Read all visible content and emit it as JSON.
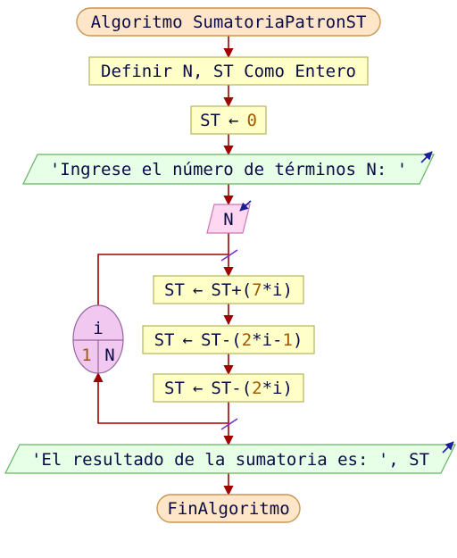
{
  "flowchart": {
    "start": "Algoritmo SumatoriaPatronST",
    "define": "Definir N, ST Como Entero",
    "assign_init": {
      "var": "ST",
      "op": "←",
      "value": "0"
    },
    "output_prompt": "'Ingrese el número de términos N: '",
    "input_var": "N",
    "loop": {
      "var": "i",
      "from": "1",
      "to": "N",
      "body": [
        {
          "lhs": "ST",
          "op": "←",
          "expr": [
            "ST+(",
            "7",
            "*i)"
          ]
        },
        {
          "lhs": "ST",
          "op": "←",
          "expr": [
            "ST-(",
            "2",
            "*i-",
            "1",
            ")"
          ]
        },
        {
          "lhs": "ST",
          "op": "←",
          "expr": [
            "ST-(",
            "2",
            "*i)"
          ]
        }
      ]
    },
    "output_result": "'El resultado de la sumatoria es: ', ST",
    "end": "FinAlgoritmo"
  },
  "colors": {
    "edge": "#a00000",
    "process_fill": "#ffffc8",
    "terminal_fill": "#ffe6c8",
    "output_fill": "#e6ffe6",
    "input_fill": "#ffd7f0",
    "loop_fill": "#f0c8f0",
    "number_text": "#a05a00"
  }
}
